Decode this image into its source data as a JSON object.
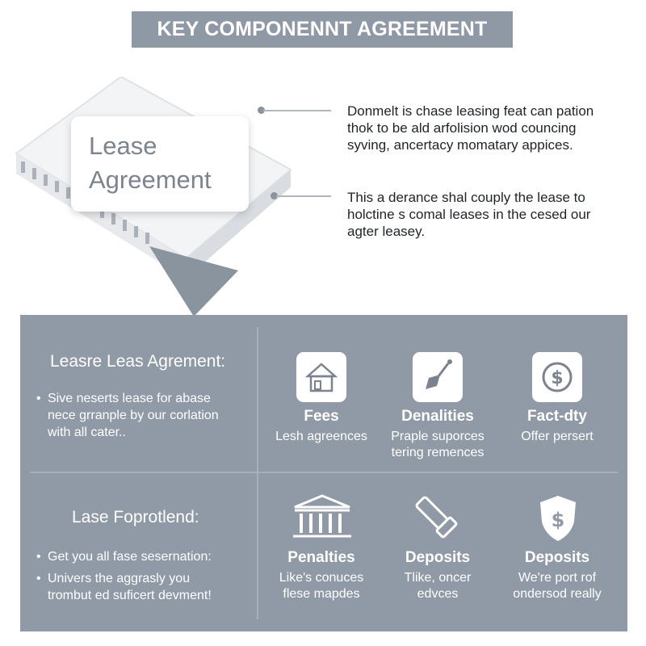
{
  "header": {
    "title": "KEY COMPONENNT AGREEMENT"
  },
  "illustration": {
    "card_line1": "Lease",
    "card_line2": "Agreement"
  },
  "callouts": [
    {
      "lines": [
        "Donmelt is chase leasing feat can pation",
        "thok to be ald arfolision wod councing",
        "syving, ancertacy momatary appices."
      ]
    },
    {
      "lines": [
        "This a derance shal couply the lease to",
        "holctine s comal leases in the cesed our",
        "agter leasey."
      ]
    }
  ],
  "panel": {
    "top_left": {
      "heading": "Leasre Leas Agrement:",
      "bullets": [
        {
          "dot": "•",
          "lines": [
            "Sive neserts lease for abase",
            "nece grranple by our corlation",
            "with all cater.."
          ]
        }
      ]
    },
    "bottom_left": {
      "heading": "Lase Foprotlend:",
      "bullets": [
        {
          "dot": "•",
          "lines": [
            "Get you all fase sesernation:"
          ]
        },
        {
          "dot": "•",
          "lines": [
            "Univers the aggrasly you",
            "trombut ed suficert devment!"
          ]
        }
      ]
    },
    "features_top": [
      {
        "icon": "house-icon",
        "title": "Fees",
        "lines": [
          "Lesh agreences"
        ]
      },
      {
        "icon": "trowel-icon",
        "title": "Denalities",
        "lines": [
          "Praple suporces",
          "tering remences"
        ]
      },
      {
        "icon": "dollar-icon",
        "title": "Fact-dty",
        "lines": [
          "Offer persert"
        ]
      }
    ],
    "features_bottom": [
      {
        "icon": "bank-building-icon",
        "title": "Penalties",
        "lines": [
          "Like's conuces",
          "flese mapdes"
        ]
      },
      {
        "icon": "stamp-pen-icon",
        "title": "Deposits",
        "lines": [
          "Tlike, oncer",
          "edvces"
        ]
      },
      {
        "icon": "shield-dollar-icon",
        "title": "Deposits",
        "lines": [
          "We're port rof",
          "ondersod really"
        ]
      }
    ]
  },
  "colors": {
    "panel": "#909aa6",
    "banner": "#8f99a5",
    "card_text": "#7c8490"
  }
}
